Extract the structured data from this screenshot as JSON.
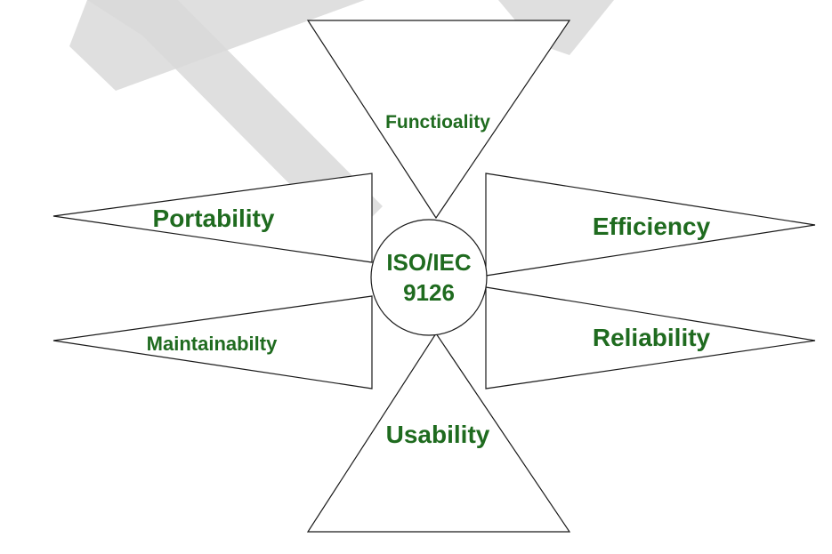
{
  "diagram": {
    "center": {
      "line1": "ISO/IEC",
      "line2": "9126"
    },
    "characteristics": {
      "top": "Functioality",
      "left_upper": "Portability",
      "right_upper": "Efficiency",
      "left_lower": "Maintainabilty",
      "right_lower": "Reliability",
      "bottom": "Usability"
    },
    "colors": {
      "label_text": "#1f6b1f",
      "outline": "#1a1a1a",
      "watermark": "#d9d9d9",
      "background": "#ffffff"
    }
  }
}
